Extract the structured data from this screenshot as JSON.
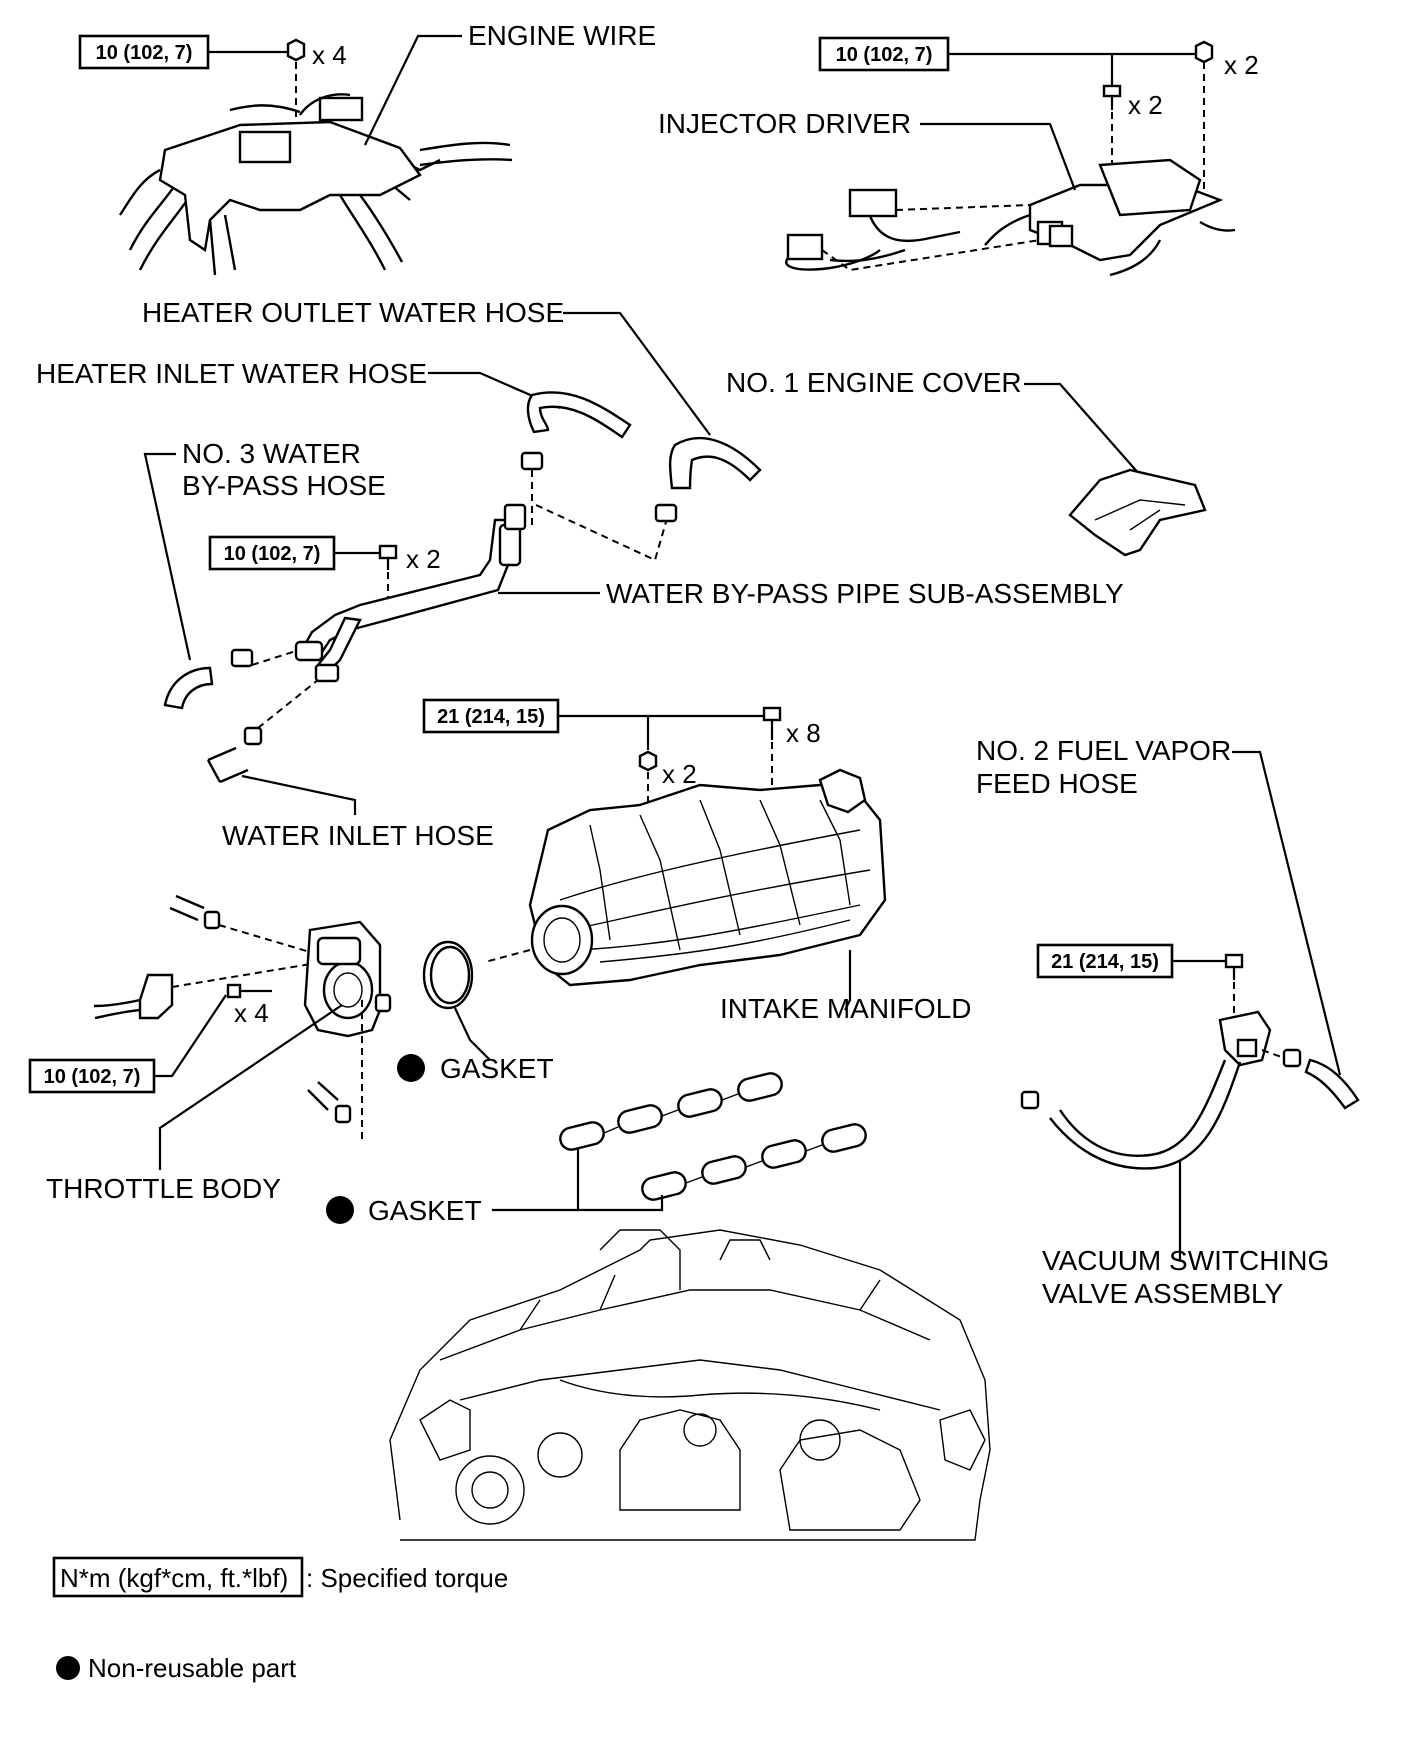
{
  "torque_specs": {
    "engine_wire": "10 (102, 7)",
    "injector_driver": "10 (102, 7)",
    "water_bypass_pipe": "10 (102, 7)",
    "intake_manifold": "21 (214, 15)",
    "vsv": "21 (214, 15)",
    "throttle_body": "10 (102, 7)"
  },
  "quantities": {
    "engine_wire_nut": "x 4",
    "injector_driver_nut": "x 2",
    "injector_driver_bolt": "x 2",
    "bypass_pipe_bolt": "x 2",
    "manifold_nut": "x 2",
    "manifold_bolt": "x 8",
    "throttle_bolt": "x 4"
  },
  "labels": {
    "engine_wire": "ENGINE WIRE",
    "injector_driver": "INJECTOR DRIVER",
    "heater_outlet": "HEATER OUTLET WATER HOSE",
    "heater_inlet": "HEATER INLET WATER HOSE",
    "no1_engine_cover": "NO. 1 ENGINE COVER",
    "no3_water_line1": "NO. 3 WATER",
    "no3_water_line2": "BY-PASS HOSE",
    "water_bypass_pipe": "WATER BY-PASS PIPE SUB-ASSEMBLY",
    "no2_fuel_line1": "NO. 2 FUEL VAPOR",
    "no2_fuel_line2": "FEED HOSE",
    "water_inlet": "WATER INLET HOSE",
    "intake_manifold": "INTAKE MANIFOLD",
    "gasket_tb": "GASKET",
    "gasket_manifold": "GASKET",
    "throttle_body": "THROTTLE BODY",
    "vsv_line1": "VACUUM SWITCHING",
    "vsv_line2": "VALVE ASSEMBLY"
  },
  "legend": {
    "torque_unit": "N*m (kgf*cm, ft.*lbf)",
    "torque_desc": ": Specified torque",
    "nonreusable": "Non-reusable part"
  }
}
